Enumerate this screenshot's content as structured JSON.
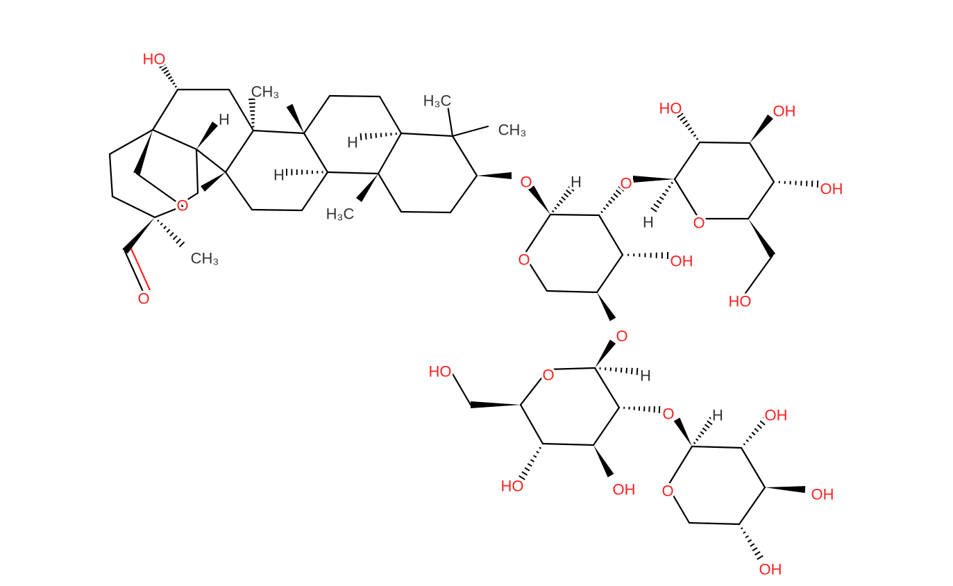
{
  "colors": {
    "bond": "#000000",
    "oxygen": "#ff2020",
    "carbon_label": "#333333"
  },
  "atom_labels": [
    {
      "text": "HO",
      "element": "O"
    },
    {
      "text": "CH₃",
      "element": "C"
    },
    {
      "text": "H",
      "element": "H"
    },
    {
      "text": "H",
      "element": "H"
    },
    {
      "text": "H",
      "element": "H"
    },
    {
      "text": "O",
      "element": "O"
    },
    {
      "text": "CH₃",
      "element": "C"
    },
    {
      "text": "O",
      "element": "O"
    },
    {
      "text": "H₃C",
      "element": "C"
    },
    {
      "text": "H₃C",
      "element": "C"
    },
    {
      "text": "CH₃",
      "element": "C"
    },
    {
      "text": "O",
      "element": "O"
    },
    {
      "text": "H",
      "element": "H"
    },
    {
      "text": "O",
      "element": "O"
    },
    {
      "text": "O",
      "element": "O"
    },
    {
      "text": "OH",
      "element": "O"
    },
    {
      "text": "H",
      "element": "H"
    },
    {
      "text": "O",
      "element": "O"
    },
    {
      "text": "HO",
      "element": "O"
    },
    {
      "text": "OH",
      "element": "O"
    },
    {
      "text": "OH",
      "element": "O"
    },
    {
      "text": "HO",
      "element": "O"
    },
    {
      "text": "O",
      "element": "O"
    },
    {
      "text": "O",
      "element": "O"
    },
    {
      "text": "H",
      "element": "H"
    },
    {
      "text": "HO",
      "element": "O"
    },
    {
      "text": "HO",
      "element": "O"
    },
    {
      "text": "OH",
      "element": "O"
    },
    {
      "text": "O",
      "element": "O"
    },
    {
      "text": "H",
      "element": "H"
    },
    {
      "text": "O",
      "element": "O"
    },
    {
      "text": "OH",
      "element": "O"
    },
    {
      "text": "OH",
      "element": "O"
    },
    {
      "text": "OH",
      "element": "O"
    }
  ]
}
